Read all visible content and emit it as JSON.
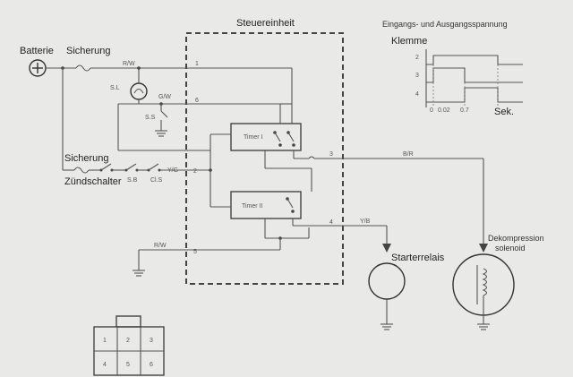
{
  "labels": {
    "batterie": "Batterie",
    "sicherung_top": "Sicherung",
    "sicherung_bottom": "Sicherung",
    "zuendschalter": "Zündschalter",
    "steuereinheit": "Steuereinheit",
    "eingangs": "Eingangs- und Ausgangsspannung",
    "klemme": "Klemme",
    "sek": "Sek.",
    "timer1": "Timer I",
    "timer2": "Timer II",
    "starterrelais": "Starterrelais",
    "dekompression": "Dekompression",
    "solenoid": "solenoid"
  },
  "wire_labels": {
    "rw_top": "R/W",
    "gw": "G/W",
    "yg": "Y/G",
    "br": "B/R",
    "yb": "Y/B",
    "rw_bottom": "R/W",
    "sl": "S.L",
    "ss": "S.S",
    "sb": "S.B",
    "cls": "Cl.S"
  },
  "terminals": {
    "t1": "1",
    "t2": "2",
    "t3": "3",
    "t4": "4",
    "t5": "5",
    "t6": "6"
  },
  "graph": {
    "row_labels": [
      "2",
      "3",
      "4"
    ],
    "time_ticks": [
      "0",
      "0.02",
      "0.7"
    ]
  },
  "connector": {
    "cells": [
      "1",
      "2",
      "3",
      "4",
      "5",
      "6"
    ]
  }
}
